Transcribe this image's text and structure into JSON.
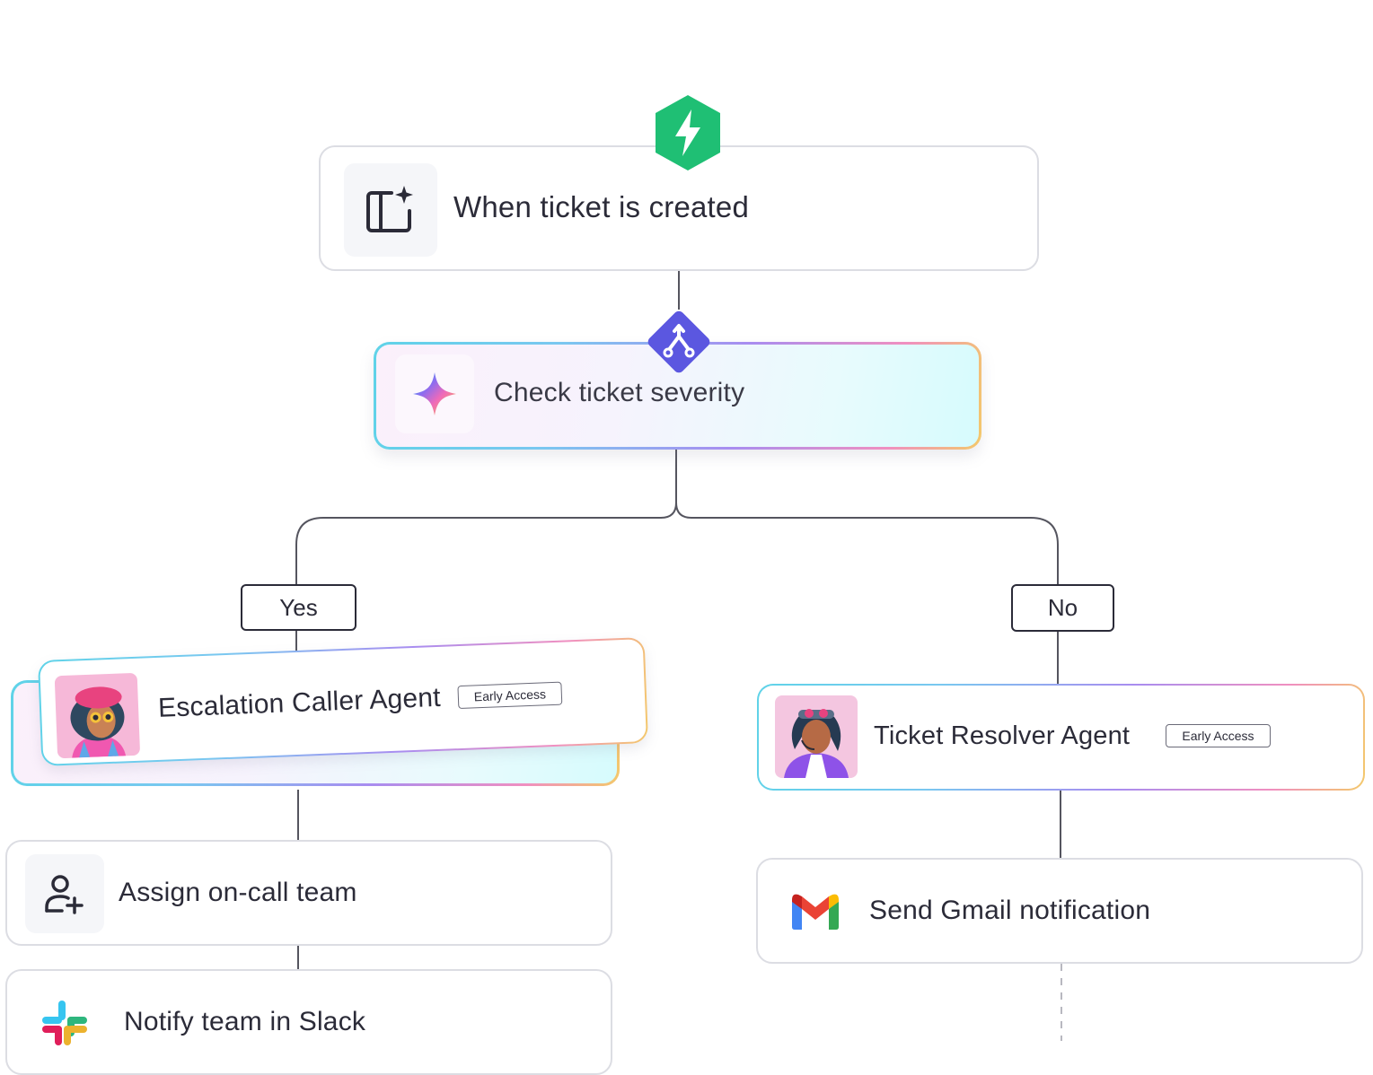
{
  "nodes": {
    "trigger": {
      "title": "When ticket is created",
      "icon": "board-sparkle-icon",
      "badge_icon": "lightning-icon",
      "badge_color": "#1fbf74"
    },
    "condition": {
      "title": "Check ticket severity",
      "icon": "ai-sparkle-icon",
      "badge_icon": "branch-icon",
      "badge_color": "#5b57e0"
    },
    "escalation_agent": {
      "title": "Escalation Caller Agent",
      "badge": "Early Access",
      "icon": "agent-avatar-1"
    },
    "resolver_agent": {
      "title": "Ticket Resolver Agent",
      "badge": "Early Access",
      "icon": "agent-avatar-2"
    },
    "assign": {
      "title": "Assign on-call team",
      "icon": "user-add-icon"
    },
    "gmail": {
      "title": "Send Gmail notification",
      "icon": "gmail-icon"
    },
    "slack": {
      "title": "Notify team in Slack",
      "icon": "slack-icon"
    }
  },
  "branches": {
    "yes": "Yes",
    "no": "No"
  }
}
